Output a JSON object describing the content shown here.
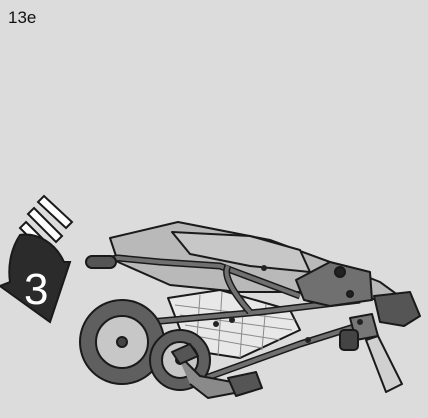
{
  "step": {
    "label": "13e"
  },
  "illustration": {
    "step_number": "3",
    "subject": "folded-stroller",
    "colors": {
      "background": "#dcdcdc",
      "arrow": "#2b2b2b",
      "fabric": "#b9b9b9",
      "frame": "#707070",
      "wheel": "#5f5f5f",
      "outline": "#1a1a1a"
    }
  }
}
